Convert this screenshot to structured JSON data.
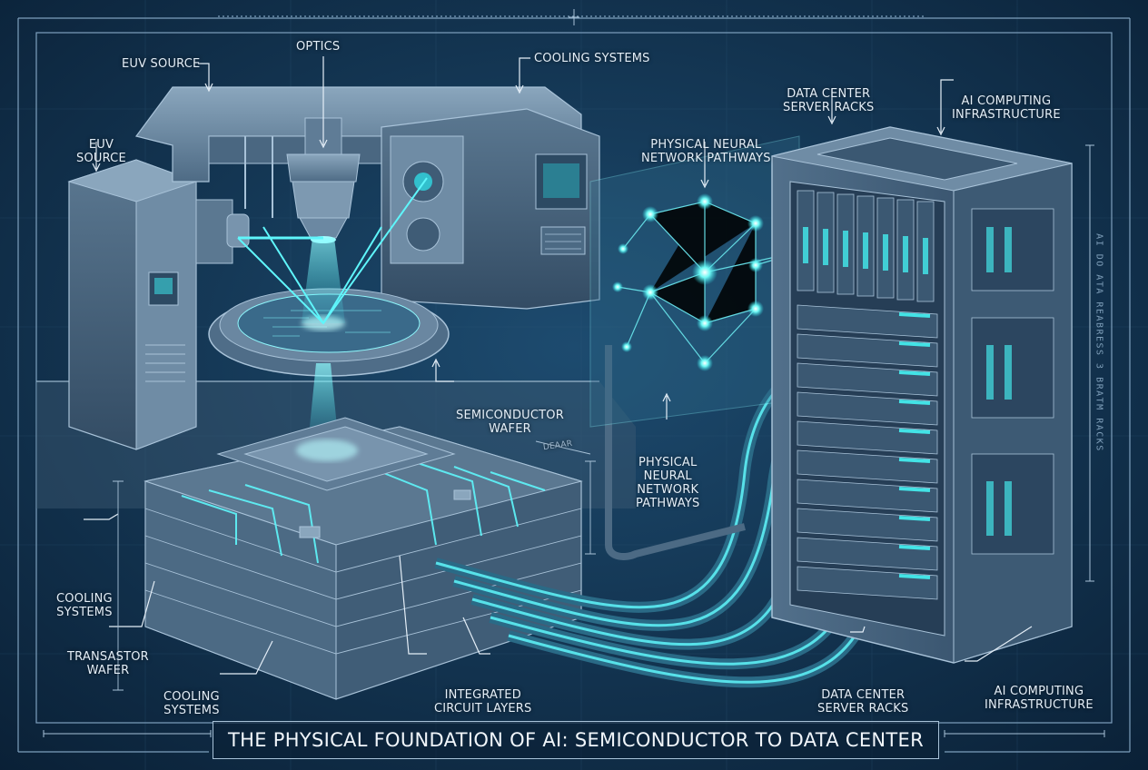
{
  "title": "THE PHYSICAL FOUNDATION OF AI: SEMICONDUCTOR TO DATA CENTER",
  "labels": {
    "optics": "OPTICS",
    "euv_source_top": "EUV SOURCE",
    "euv_source_left": [
      "EUV",
      "SOURCE"
    ],
    "cooling_systems_top": "COOLING SYSTEMS",
    "data_center_racks_top": [
      "DATA CENTER",
      "SERVER RACKS"
    ],
    "ai_computing_top": [
      "AI COMPUTING",
      "INFRASTRUCTURE"
    ],
    "neural_pathways_top": [
      "PHYSICAL NEURAL",
      "NETWORK PATHWAYS"
    ],
    "semiconductor_wafer": [
      "SEMICONDUCTOR",
      "WAFER"
    ],
    "neural_pathways_mid": [
      "PHYSICAL",
      "NEURAL",
      "NETWORK",
      "PATHWAYS"
    ],
    "cooling_systems_left": [
      "COOLING",
      "SYSTEMS"
    ],
    "transistor_wafer": [
      "TRANSASTOR",
      "WAFER"
    ],
    "cooling_systems_bottom": [
      "COOLING",
      "SYSTEMS"
    ],
    "integrated_circuit_layers": [
      "INTEGRATED",
      "CIRCUIT LAYERS"
    ],
    "data_center_racks_bottom": [
      "DATA CENTER",
      "SERVER RACKS"
    ],
    "ai_computing_bottom": [
      "AI COMPUTING",
      "INFRASTRUCTURE"
    ],
    "dim_tag": "DEAAR"
  },
  "vertical_note": "AI DO ATA REABRESS 3 BRATM RACKS",
  "colors": {
    "background": "#0d2a45",
    "line": "#a8c2d8",
    "glow": "#4ff3f0",
    "machine": "#6d8aa3"
  }
}
